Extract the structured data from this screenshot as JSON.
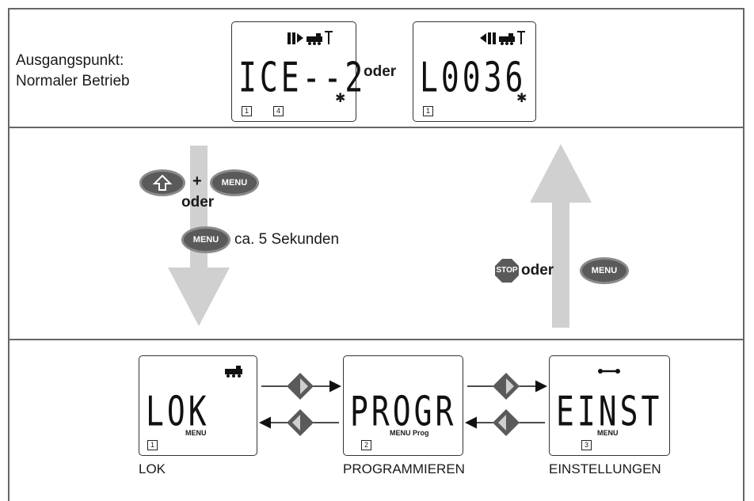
{
  "row1": {
    "label_line1": "Ausgangspunkt:",
    "label_line2": "Normaler Betrieb",
    "or_label": "oder",
    "display_a": {
      "text": "ICE--2",
      "boxes": [
        "1",
        "4"
      ]
    },
    "display_b": {
      "text": "L0036",
      "boxes": [
        "1"
      ]
    }
  },
  "row2": {
    "plus": "+",
    "menu_label": "MENU",
    "or_label": "oder",
    "hold_text": "ca. 5 Sekunden",
    "stop_label": "STOP",
    "or_label_right": "oder"
  },
  "row3": {
    "screens": [
      {
        "segment_text": "LOK",
        "sub": "MENU",
        "box": "1",
        "caption": "LOK"
      },
      {
        "segment_text": "PROGR",
        "sub": "MENU  Prog",
        "box": "2",
        "caption": "PROGRAMMIEREN"
      },
      {
        "segment_text": "EINST",
        "sub": "MENU",
        "box": "3",
        "caption": "EINSTELLUNGEN"
      }
    ]
  },
  "colors": {
    "frame": "#666666",
    "arrow": "#d0d0d0",
    "button": "#5a5a5a",
    "button_ring": "#8a8a8a"
  }
}
